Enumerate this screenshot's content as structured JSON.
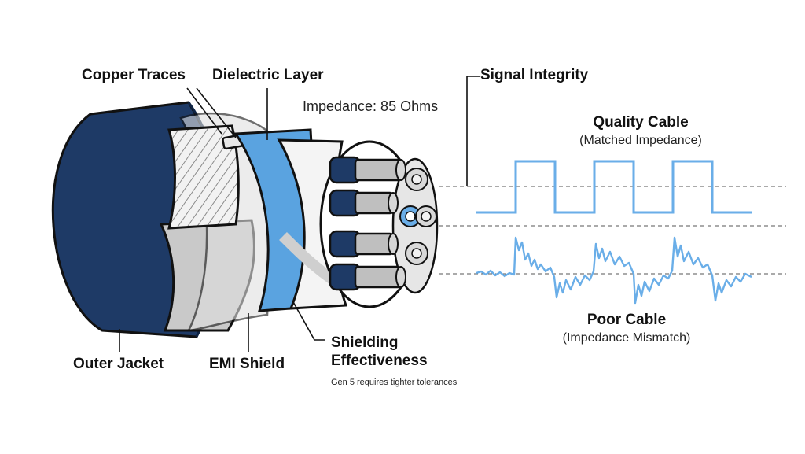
{
  "labels": {
    "copper_traces": "Copper Traces",
    "dielectric_layer": "Dielectric Layer",
    "impedance": "Impedance: 85 Ohms",
    "signal_integrity": "Signal Integrity",
    "outer_jacket": "Outer Jacket",
    "emi_shield": "EMI Shield",
    "shielding_line1": "Shielding",
    "shielding_line2": "Effectiveness",
    "gen5_note": "Gen 5 requires tighter tolerances"
  },
  "signals": {
    "quality_title": "Quality Cable",
    "quality_subtitle": "(Matched Impedance)",
    "poor_title": "Poor Cable",
    "poor_subtitle": "(Impedance Mismatch)"
  },
  "colors": {
    "navy": "#1e3a66",
    "light_blue": "#5aa3e0",
    "signal_blue": "#6aaee8",
    "grey_shield": "#c9c9c9",
    "dark_outline": "#111111"
  }
}
